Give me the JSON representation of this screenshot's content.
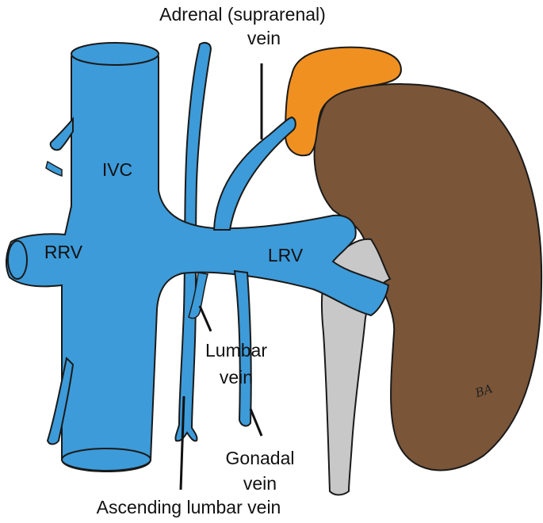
{
  "colors": {
    "vein": "#3d9bd9",
    "vein_outline": "#1a1a1a",
    "kidney": "#7a5538",
    "adrenal": "#f09021",
    "ureter": "#c8c8c8",
    "leader_line": "#111111"
  },
  "labels": {
    "adrenal_line1": "Adrenal (suprarenal)",
    "adrenal_line2": "vein",
    "ivc": "IVC",
    "rrv": "RRV",
    "lrv": "LRV",
    "lumbar_line1": "Lumbar",
    "lumbar_line2": "vein",
    "gonadal_line1": "Gonadal",
    "gonadal_line2": "vein",
    "ascending_lumbar": "Ascending lumbar vein",
    "signature": "BA"
  }
}
